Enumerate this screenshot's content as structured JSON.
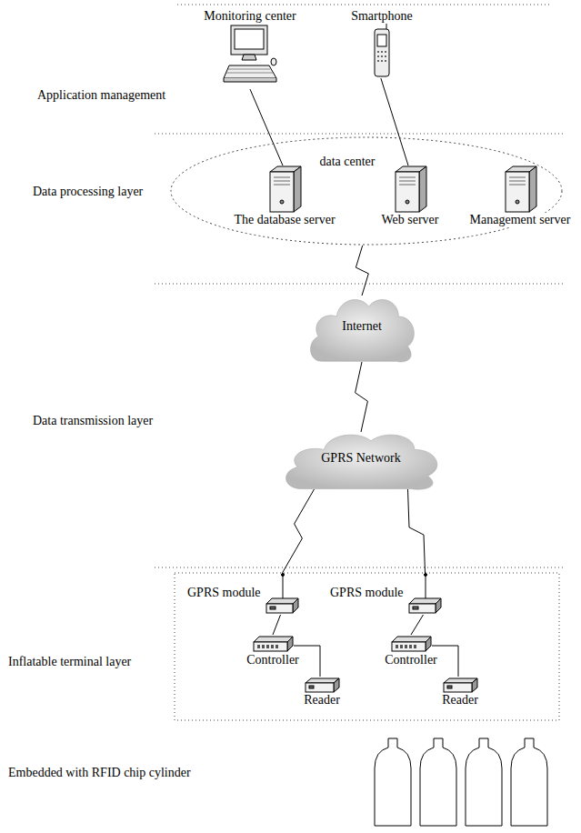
{
  "diagram": {
    "nodes": [
      {
        "text": [
          "Monitoring center"
        ]
      },
      {
        "text": [
          "Smartphone"
        ]
      },
      {
        "text": [
          "data center"
        ]
      },
      {
        "text": [
          "The database server"
        ],
        "in": 2
      },
      {
        "text": [
          "Web server"
        ],
        "in": 2
      },
      {
        "text": [
          "Management server"
        ],
        "in": 2
      },
      {
        "text": [
          "Internet"
        ]
      },
      {
        "text": [
          "GPRS Network"
        ]
      },
      {
        "text": [
          "GPRS module"
        ]
      },
      {
        "text": [
          "Controller"
        ]
      },
      {
        "text": [
          "Reader"
        ]
      },
      {
        "text": [
          "GPRS module"
        ]
      },
      {
        "text": [
          "Controller"
        ]
      },
      {
        "text": [
          "Reader"
        ]
      }
    ],
    "edges": [
      {
        "from": 0,
        "to": 3,
        "arrow": "none"
      },
      {
        "from": 1,
        "to": 4,
        "arrow": "none"
      },
      {
        "from": 2,
        "to": 6,
        "arrow": "none"
      },
      {
        "from": 6,
        "to": 7,
        "arrow": "none"
      },
      {
        "from": 7,
        "to": 8,
        "arrow": "none"
      },
      {
        "from": 7,
        "to": 11,
        "arrow": "none"
      },
      {
        "from": 8,
        "to": 9,
        "arrow": "none"
      },
      {
        "from": 9,
        "to": 10,
        "arrow": "none"
      },
      {
        "from": 11,
        "to": 12,
        "arrow": "none"
      },
      {
        "from": 12,
        "to": 13,
        "arrow": "none"
      }
    ],
    "labels": [
      "Application management",
      "Data processing layer",
      "Data transmission layer",
      "Inflatable terminal layer",
      "Embedded with RFID chip cylinder"
    ]
  }
}
